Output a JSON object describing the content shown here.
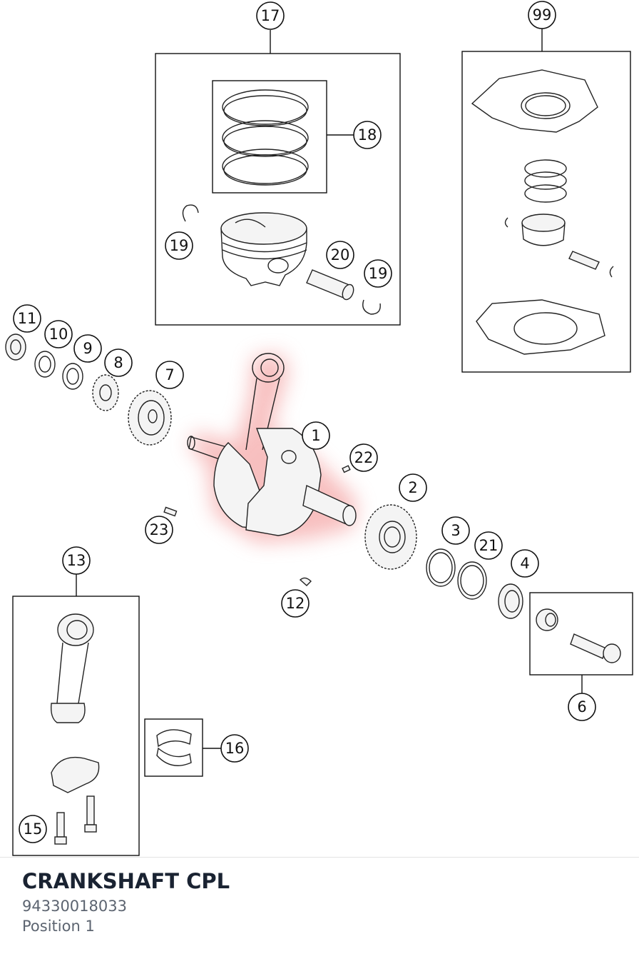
{
  "diagram": {
    "callouts": [
      "17",
      "18",
      "19",
      "20",
      "19",
      "99",
      "11",
      "10",
      "9",
      "8",
      "7",
      "1",
      "22",
      "2",
      "3",
      "21",
      "4",
      "23",
      "12",
      "13",
      "6",
      "16",
      "15"
    ],
    "highlight_color": "#f08080"
  },
  "part": {
    "title": "CRANKSHAFT CPL",
    "number": "94330018033",
    "position": "Position 1"
  }
}
